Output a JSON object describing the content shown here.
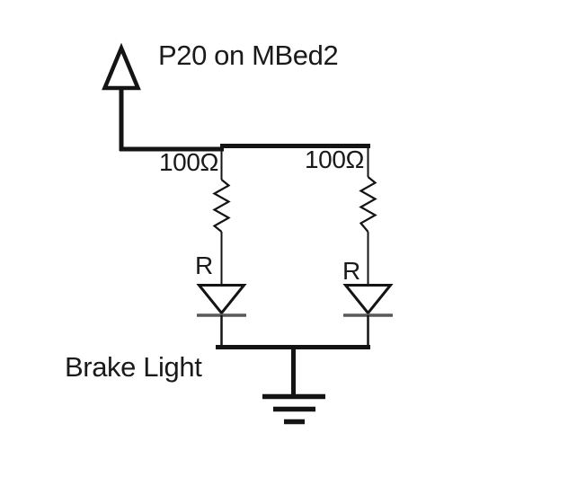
{
  "diagram": {
    "type": "circuit-schematic",
    "power_pin_label": "P20 on MBed2",
    "caption": "Brake Light",
    "branches": [
      {
        "resistor_value": "100Ω",
        "led_label": "R"
      },
      {
        "resistor_value": "100Ω",
        "led_label": "R"
      }
    ],
    "icons": {
      "power": "up-arrow-supply-icon",
      "ground": "earth-ground-icon",
      "resistor": "zigzag-resistor-icon",
      "led": "diode-triangle-icon"
    },
    "colors": {
      "line": "#141414",
      "text": "#1a1a1a",
      "led_cathode_bar": "#595959",
      "background": "#ffffff"
    }
  }
}
